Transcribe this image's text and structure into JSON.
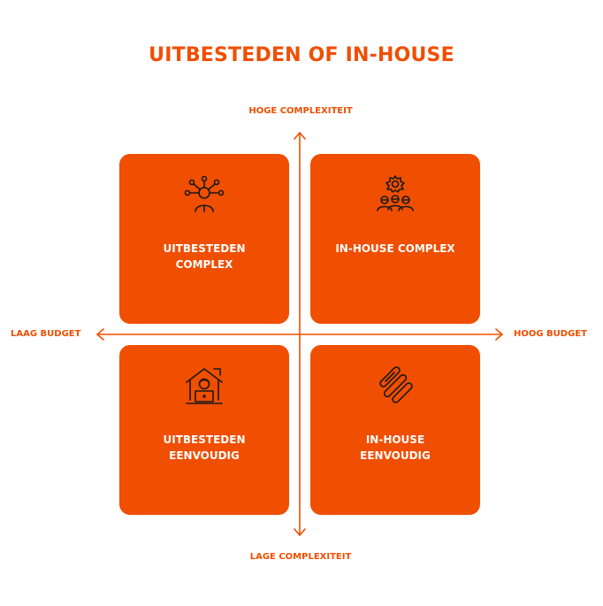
{
  "colors": {
    "accent": "#f04e00",
    "white": "#ffffff",
    "icon_stroke": "#1a1a1a"
  },
  "title": "UITBESTEDEN OF IN-HOUSE",
  "axes": {
    "top": "HOGE COMPLEXITEIT",
    "bottom": "LAGE COMPLEXITEIT",
    "left": "LAAG BUDGET",
    "right": "HOOG BUDGET"
  },
  "quadrants": {
    "top_left": {
      "icon": "network-person-icon",
      "line1": "UITBESTEDEN",
      "line2": "COMPLEX"
    },
    "top_right": {
      "icon": "team-gear-icon",
      "line1": "IN-HOUSE COMPLEX",
      "line2": ""
    },
    "bottom_left": {
      "icon": "home-worker-icon",
      "line1": "UITBESTEDEN",
      "line2": "EENVOUDIG"
    },
    "bottom_right": {
      "icon": "stacked-bars-icon",
      "line1": "IN-HOUSE",
      "line2": "EENVOUDIG"
    }
  }
}
